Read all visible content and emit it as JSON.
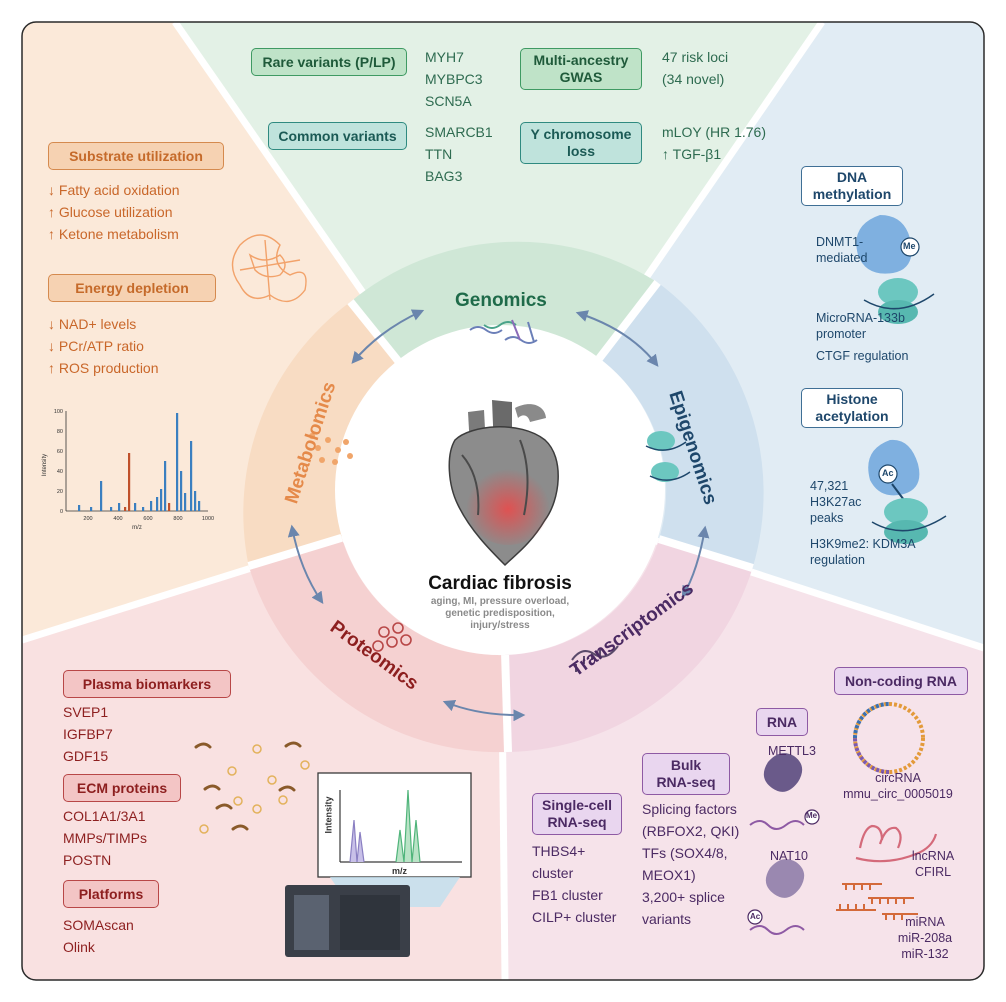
{
  "center": {
    "title": "Cardiac fibrosis",
    "subtitle_lines": [
      "aging, MI, pressure overload,",
      "genetic predisposition,",
      "injury/stress"
    ]
  },
  "ring": {
    "genomics": "Genomics",
    "epigenomics": "Epigenomics",
    "transcriptomics": "Transcriptomics",
    "proteomics": "Proteomics",
    "metabolomics": "Metabolomics"
  },
  "genomics": {
    "rare_tag": "Rare variants (P/LP)",
    "rare_genes": [
      "MYH7",
      "MYBPC3",
      "SCN5A"
    ],
    "common_tag": "Common variants",
    "common_genes": [
      "SMARCB1",
      "TTN",
      "BAG3"
    ],
    "gwas_tag_lines": [
      "Multi-ancestry",
      "GWAS"
    ],
    "gwas_text": [
      "47 risk loci",
      "(34 novel)"
    ],
    "y_tag_lines": [
      "Y chromosome",
      "loss"
    ],
    "y_text": [
      "mLOY (HR 1.76)",
      "↑ TGF-β1"
    ]
  },
  "epigenomics": {
    "dna_tag_lines": [
      "DNA",
      "methylation"
    ],
    "dnmt": [
      "DNMT1-",
      "mediated"
    ],
    "me_badge": "Me",
    "microrna": [
      "MicroRNA-133b",
      "promoter"
    ],
    "ctgf": "CTGF regulation",
    "histone_tag_lines": [
      "Histone",
      "acetylation"
    ],
    "ac_badge": "Ac",
    "peaks": [
      "47,321",
      "H3K27ac",
      "peaks"
    ],
    "kdm": [
      "H3K9me2: KDM3A",
      "regulation"
    ]
  },
  "metabolomics": {
    "substrate_tag": "Substrate utilization",
    "substrate_items": [
      "↓ Fatty acid oxidation",
      "↑ Glucose utilization",
      "↑ Ketone metabolism"
    ],
    "energy_tag": "Energy depletion",
    "energy_items": [
      "↓ NAD+ levels",
      "↓ PCr/ATP ratio",
      "↑ ROS production"
    ],
    "spectrum": {
      "ylabel": "Intensity",
      "xlabel": "m/z",
      "yticks": [
        "0",
        "20",
        "40",
        "60",
        "80",
        "100"
      ],
      "xticks": [
        "200",
        "400",
        "600",
        "800",
        "1000"
      ]
    }
  },
  "proteomics": {
    "plasma_tag": "Plasma biomarkers",
    "plasma_items": [
      "SVEP1",
      "IGFBP7",
      "GDF15"
    ],
    "ecm_tag": "ECM proteins",
    "ecm_items": [
      "COL1A1/3A1",
      "MMPs/TIMPs",
      "POSTN"
    ],
    "platforms_tag": "Platforms",
    "platform_items": [
      "SOMAscan",
      "Olink"
    ],
    "ms_ylabel": "Intensity",
    "ms_xlabel": "m/z"
  },
  "transcriptomics": {
    "single_tag_lines": [
      "Single-cell",
      "RNA-seq"
    ],
    "single_items": [
      "THBS4+",
      "cluster",
      "FB1 cluster",
      "CILP+ cluster"
    ],
    "bulk_tag_lines": [
      "Bulk",
      "RNA-seq"
    ],
    "bulk_items": [
      "Splicing factors",
      "(RBFOX2, QKI)",
      "TFs (SOX4/8,",
      "MEOX1)",
      "3,200+ splice",
      "variants"
    ],
    "rna_tag": "RNA",
    "mettl3": "METTL3",
    "nat10": "NAT10",
    "me_badge": "Me",
    "ac_badge": "Ac",
    "ncrna_tag": "Non-coding RNA",
    "circ": [
      "circRNA",
      "mmu_circ_0005019"
    ],
    "lnc": [
      "lncRNA",
      "CFIRL"
    ],
    "mirna": [
      "miRNA",
      "miR-208a",
      "miR-132"
    ]
  },
  "colors": {
    "genomics_bg": "#e3f1e6",
    "epigenomics_bg": "#e1ecf4",
    "transcriptomics_bg": "#f6e3ea",
    "proteomics_bg": "#f9e1e1",
    "metabolomics_bg": "#fbe9d9"
  }
}
